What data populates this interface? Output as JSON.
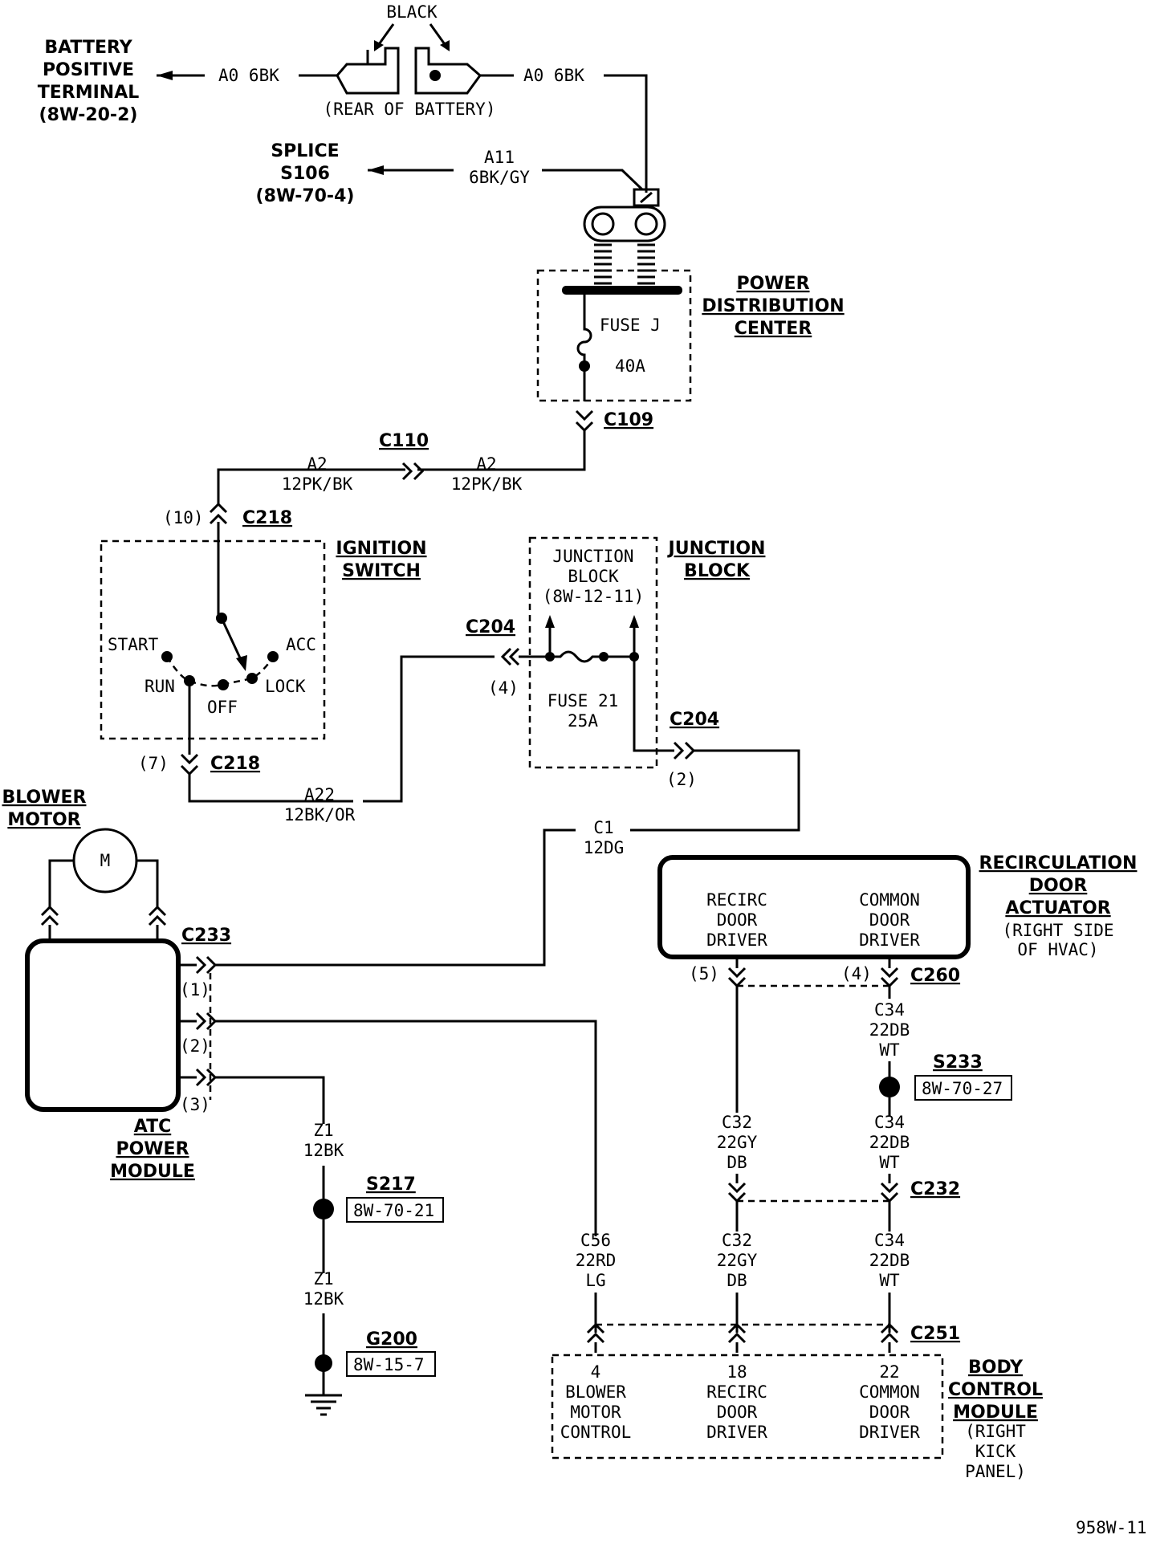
{
  "battery": {
    "label": [
      "BATTERY",
      "POSITIVE",
      "TERMINAL",
      "(8W-20-2)"
    ],
    "wire_left": "A0 6BK",
    "wire_right": "A0 6BK",
    "color_label": "BLACK",
    "rear_note": "(REAR OF BATTERY)"
  },
  "splice_s106": {
    "label": [
      "SPLICE",
      "S106",
      "(8W-70-4)"
    ],
    "wire": [
      "A11",
      "6BK/GY"
    ]
  },
  "pdc": {
    "label": [
      "POWER",
      "DISTRIBUTION",
      "CENTER"
    ],
    "fuse": [
      "FUSE J",
      "40A"
    ],
    "connector": "C109"
  },
  "wire_a2": {
    "left": [
      "A2",
      "12PK/BK"
    ],
    "right": [
      "A2",
      "12PK/BK"
    ],
    "connector": "C110"
  },
  "ignition": {
    "label": [
      "IGNITION",
      "SWITCH"
    ],
    "top_pin": "(10)",
    "top_conn": "C218",
    "positions": [
      "START",
      "ACC",
      "RUN",
      "OFF",
      "LOCK"
    ],
    "bottom_pin": "(7)",
    "bottom_conn": "C218"
  },
  "wire_a22": [
    "A22",
    "12BK/OR"
  ],
  "junction": {
    "label": [
      "JUNCTION",
      "BLOCK"
    ],
    "inner": [
      "JUNCTION",
      "BLOCK",
      "(8W-12-11)"
    ],
    "fuse": [
      "FUSE 21",
      "25A"
    ],
    "conn_in": "C204",
    "pin_in": "(4)",
    "conn_out": "C204",
    "pin_out": "(2)"
  },
  "wire_c1": [
    "C1",
    "12DG"
  ],
  "blower": {
    "label": [
      "BLOWER",
      "MOTOR"
    ],
    "symbol": "M"
  },
  "atc": {
    "label": [
      "ATC",
      "POWER",
      "MODULE"
    ],
    "connector": "C233",
    "pins": [
      "(1)",
      "(2)",
      "(3)"
    ]
  },
  "ground_path": {
    "wire1": [
      "Z1",
      "12BK"
    ],
    "splice": "S217",
    "splice_ref": "8W-70-21",
    "wire2": [
      "Z1",
      "12BK"
    ],
    "ground": "G200",
    "ground_ref": "8W-15-7"
  },
  "recirc": {
    "label": [
      "RECIRCULATION",
      "DOOR",
      "ACTUATOR"
    ],
    "note": [
      "(RIGHT SIDE",
      "OF HVAC)"
    ],
    "driver1": [
      "RECIRC",
      "DOOR",
      "DRIVER"
    ],
    "driver2": [
      "COMMON",
      "DOOR",
      "DRIVER"
    ],
    "pin5": "(5)",
    "pin4": "(4)",
    "connector": "C260"
  },
  "wire_c34_top": [
    "C34",
    "22DB",
    "WT"
  ],
  "s233": {
    "label": "S233",
    "ref": "8W-70-27"
  },
  "wire_c34_mid": [
    "C34",
    "22DB",
    "WT"
  ],
  "wire_c32_top": [
    "C32",
    "22GY",
    "DB"
  ],
  "c232": "C232",
  "wire_c56": [
    "C56",
    "22RD",
    "LG"
  ],
  "wire_c32_bot": [
    "C32",
    "22GY",
    "DB"
  ],
  "wire_c34_bot": [
    "C34",
    "22DB",
    "WT"
  ],
  "bcm": {
    "connector": "C251",
    "label": [
      "BODY",
      "CONTROL",
      "MODULE"
    ],
    "note": [
      "(RIGHT",
      "KICK",
      "PANEL)"
    ],
    "pin1": [
      "4",
      "BLOWER",
      "MOTOR",
      "CONTROL"
    ],
    "pin2": [
      "18",
      "RECIRC",
      "DOOR",
      "DRIVER"
    ],
    "pin3": [
      "22",
      "COMMON",
      "DOOR",
      "DRIVER"
    ]
  },
  "figure_id": "958W-11"
}
